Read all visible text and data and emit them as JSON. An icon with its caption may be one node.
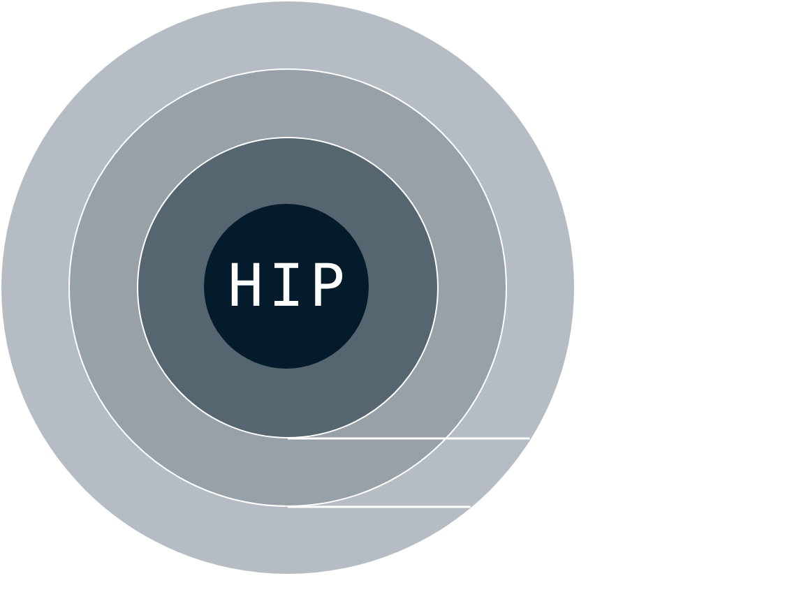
{
  "diagram": {
    "nodes": [
      {
        "text": [],
        "shape": "circle"
      },
      {
        "text": [],
        "shape": "circle",
        "in": 0
      },
      {
        "text": [],
        "shape": "circle",
        "in": 1
      },
      {
        "text": [
          "HIP"
        ],
        "in": 2
      }
    ],
    "edges": [
      {
        "from": 2,
        "to": 0,
        "arrow": "none"
      },
      {
        "from": 1,
        "to": 0,
        "arrow": "none"
      }
    ]
  }
}
